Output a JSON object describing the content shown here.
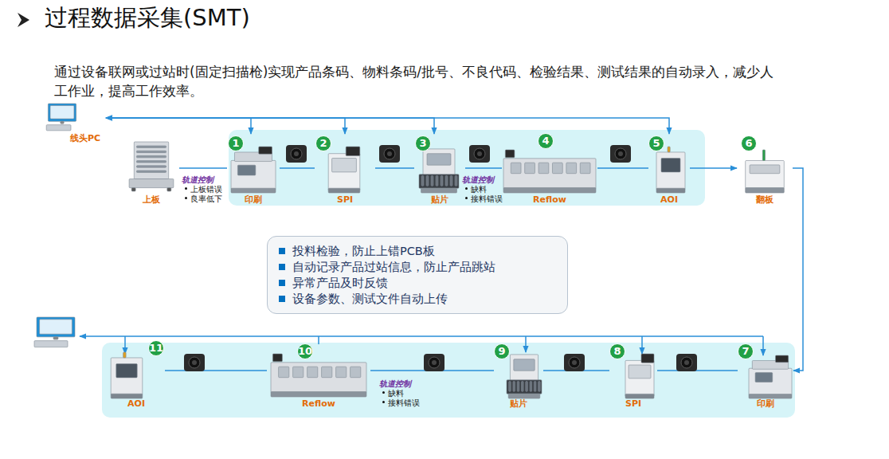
{
  "diagram": {
    "title": "过程数据采集(SMT)",
    "nodes": [
      {
        "text": [
          "线头PC"
        ]
      },
      {
        "text": [
          "上板"
        ]
      },
      {
        "text": [
          "1",
          "印刷"
        ]
      },
      {
        "text": [
          "2",
          "SPI"
        ]
      },
      {
        "text": [
          "3",
          "贴片"
        ]
      },
      {
        "text": [
          "4",
          "Reflow"
        ]
      },
      {
        "text": [
          "5",
          "AOI"
        ]
      },
      {
        "text": [
          "6",
          "翻板"
        ]
      },
      {
        "text": [
          "投料检验，防止上错PCB板",
          "自动记录产品过站信息，防止产品跳站",
          "异常产品及时反馈",
          "设备参数、测试文件自动上传"
        ]
      },
      {
        "text": [
          "7",
          "印刷"
        ]
      },
      {
        "text": [
          "8",
          "SPI"
        ]
      },
      {
        "text": [
          "9",
          "贴片"
        ]
      },
      {
        "text": [
          "10",
          "Reflow"
        ]
      },
      {
        "text": [
          "11",
          "AOI"
        ]
      }
    ],
    "edges": [
      {
        "from": 0,
        "to": 2,
        "arrow": "both"
      },
      {
        "from": 0,
        "to": 3,
        "arrow": "both"
      },
      {
        "from": 0,
        "to": 4,
        "arrow": "both"
      },
      {
        "from": 0,
        "to": 6,
        "arrow": "both"
      },
      {
        "from": 1,
        "to": 2,
        "arrow": "none"
      },
      {
        "from": 2,
        "to": 3,
        "arrow": "none"
      },
      {
        "from": 3,
        "to": 4,
        "arrow": "none"
      },
      {
        "from": 4,
        "to": 5,
        "arrow": "none"
      },
      {
        "from": 5,
        "to": 6,
        "arrow": "none"
      },
      {
        "from": 6,
        "to": 7,
        "arrow": "to"
      },
      {
        "from": 7,
        "to": 9,
        "arrow": "to"
      },
      {
        "from": 9,
        "to": 10,
        "arrow": "none"
      },
      {
        "from": 10,
        "to": 11,
        "arrow": "none"
      },
      {
        "from": 11,
        "to": 12,
        "arrow": "none"
      },
      {
        "from": 12,
        "to": 13,
        "arrow": "none"
      }
    ],
    "labels": [
      "通过设备联网或过站时(固定扫描枪)实现产品条码、物料条码/批号、不良代码、检验结果、测试结果的自动录入，减少人工作业，提高工作效率。",
      "轨道控制",
      "上板错误",
      "良率低下",
      "轨道控制",
      "缺料",
      "接料错误",
      "轨道控制",
      "缺料",
      "接料错误"
    ]
  }
}
